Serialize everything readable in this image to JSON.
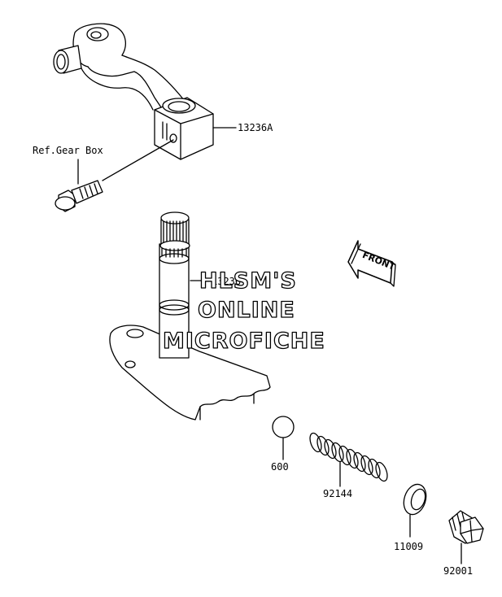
{
  "labels": {
    "lever_part": "13236A",
    "bolt_ref": "Ref.Gear Box",
    "shaft_part": "13236",
    "ball_part": "600",
    "spring_part": "92144",
    "washer_part": "11009",
    "plug_part": "92001"
  },
  "front_arrow": {
    "text": "FRONT"
  },
  "watermark": {
    "line1": "HLSM'S",
    "line2": "ONLINE",
    "line3": "MICROFICHE"
  },
  "colors": {
    "line": "#000000",
    "background": "#ffffff",
    "watermark_fill": "#ffffff"
  }
}
